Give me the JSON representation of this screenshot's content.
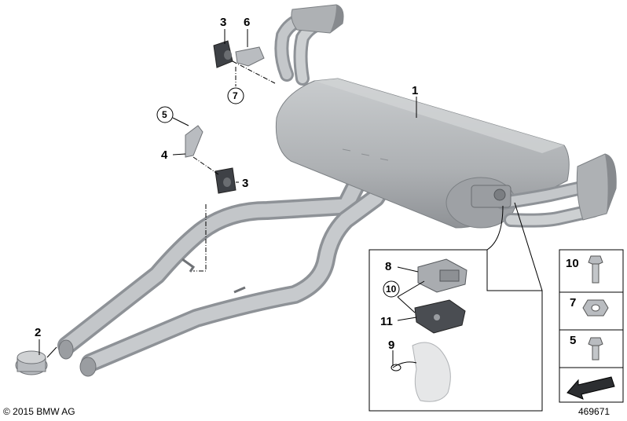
{
  "callouts": {
    "muffler": "1",
    "clamp": "2",
    "rubber_mount_top": "3",
    "rubber_mount_mid": "3",
    "bracket_top": "6",
    "bracket_left": "4",
    "circled_nut_ref": "7",
    "circled_screw_ref": "5",
    "valve_actuator": "8",
    "cable_tie": "9",
    "circled_bolt_ref": "10",
    "actuator_bracket": "11"
  },
  "hardware_legend": [
    {
      "number": "10",
      "icon": "hex-bolt-icon"
    },
    {
      "number": "7",
      "icon": "hex-nut-icon"
    },
    {
      "number": "5",
      "icon": "hex-screw-icon"
    }
  ],
  "footer": {
    "copyright": "© 2015 BMW AG",
    "diagram_id": "469671"
  },
  "colors": {
    "pipe": "#b9bcc0",
    "pipe_dark": "#8e9297",
    "muffler": "#b0b3b6",
    "rubber": "#3e4146",
    "line": "#000000"
  }
}
